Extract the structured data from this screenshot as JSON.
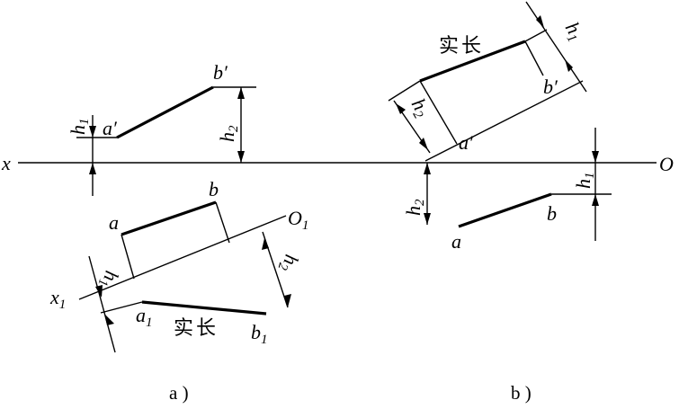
{
  "labels": {
    "x": "x",
    "O": "O",
    "a": "a",
    "b": "b",
    "a_prime": "a′",
    "b_prime": "b′",
    "a1": "a",
    "a1_sub": "1",
    "b1": "b",
    "b1_sub": "1",
    "x1": "x",
    "x1_sub": "1",
    "O1": "O",
    "O1_sub": "1",
    "h": "h",
    "sub_1": "1",
    "sub_2": "2",
    "true_length": "实长"
  },
  "captions": {
    "a": "a )",
    "b": "b )"
  }
}
